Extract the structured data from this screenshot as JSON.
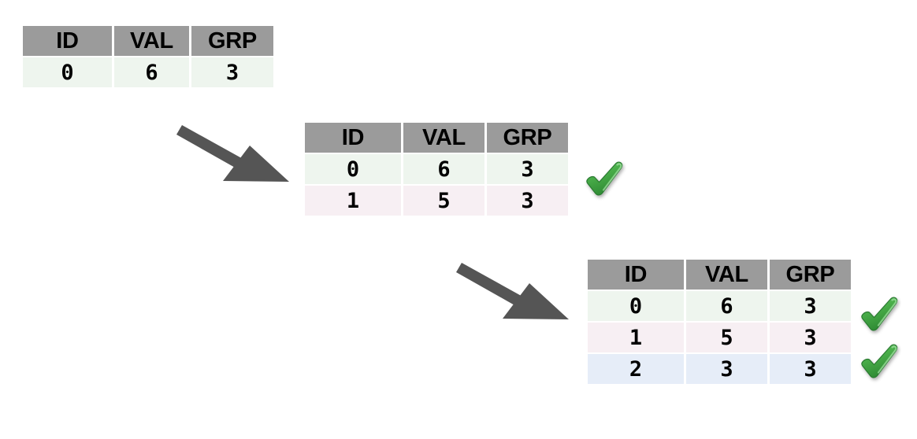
{
  "figure": {
    "kind": "incremental-table-growth-diagram",
    "background_color": "#ffffff",
    "header_bg": "#9b9b9b",
    "row_colors": {
      "green": "#eef5ee",
      "pink": "#f7eff3",
      "blue": "#e6edf8"
    },
    "arrow_color": "#555555",
    "check_color": "#4caf50"
  },
  "columns": [
    "ID",
    "VAL",
    "GRP"
  ],
  "tables": [
    {
      "name": "table-1",
      "headers": [
        "ID",
        "VAL",
        "GRP"
      ],
      "rows": [
        {
          "cells": [
            "0",
            "6",
            "3"
          ],
          "tint": "green",
          "check": false
        }
      ]
    },
    {
      "name": "table-2",
      "headers": [
        "ID",
        "VAL",
        "GRP"
      ],
      "rows": [
        {
          "cells": [
            "0",
            "6",
            "3"
          ],
          "tint": "green",
          "check": true
        },
        {
          "cells": [
            "1",
            "5",
            "3"
          ],
          "tint": "pink",
          "check": false
        }
      ]
    },
    {
      "name": "table-3",
      "headers": [
        "ID",
        "VAL",
        "GRP"
      ],
      "rows": [
        {
          "cells": [
            "0",
            "6",
            "3"
          ],
          "tint": "green",
          "check": true
        },
        {
          "cells": [
            "1",
            "5",
            "3"
          ],
          "tint": "pink",
          "check": true
        },
        {
          "cells": [
            "2",
            "3",
            "3"
          ],
          "tint": "blue",
          "check": false
        }
      ]
    }
  ],
  "arrows": [
    {
      "name": "arrow-step-1",
      "from": "table-1",
      "to": "table-2",
      "direction": "down-right"
    },
    {
      "name": "arrow-step-2",
      "from": "table-2",
      "to": "table-3",
      "direction": "down-right"
    }
  ],
  "icons": {
    "check": "green-check-icon",
    "arrow": "arrow-down-right-icon"
  }
}
